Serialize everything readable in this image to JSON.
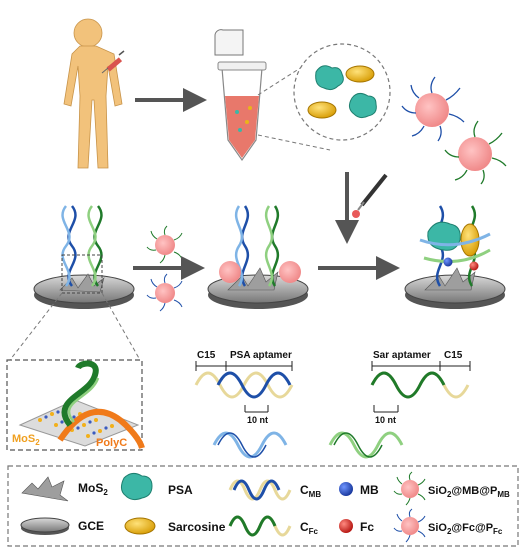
{
  "inset": {
    "mos2": "MoS",
    "mos2_sub": "2",
    "polyc": "PolyC"
  },
  "probes": {
    "c15_left": "C15",
    "psa_aptamer": "PSA aptamer",
    "sar_aptamer": "Sar aptamer",
    "c15_right": "C15",
    "spacing_left": "10 nt",
    "spacing_right": "10 nt"
  },
  "legend": {
    "mos2": "MoS",
    "mos2_sub": "2",
    "gce": "GCE",
    "psa": "PSA",
    "sarcosine": "Sarcosine",
    "cmb": "C",
    "cmb_sub": "MB",
    "cfc": "C",
    "cfc_sub": "Fc",
    "mb": "MB",
    "fc": "Fc",
    "sio2_mb": "SiO",
    "sio2_mb_sub1": "2",
    "sio2_mb_rest": "@MB@P",
    "sio2_mb_sub2": "MB",
    "sio2_fc": "SiO",
    "sio2_fc_sub1": "2",
    "sio2_fc_rest": "@Fc@P",
    "sio2_fc_sub2": "Fc"
  },
  "colors": {
    "body": "#f2c27b",
    "tube_liquid": "#e8786b",
    "psa": "#3cb7a6",
    "sarcosine": "#e9b41b",
    "mb": "#1f4fbf",
    "fc": "#e0302b",
    "strand_blue": "#1e4fa8",
    "strand_green": "#1f7a2a",
    "polyc": "#f07a1a",
    "mos2_label": "#f0a020"
  }
}
